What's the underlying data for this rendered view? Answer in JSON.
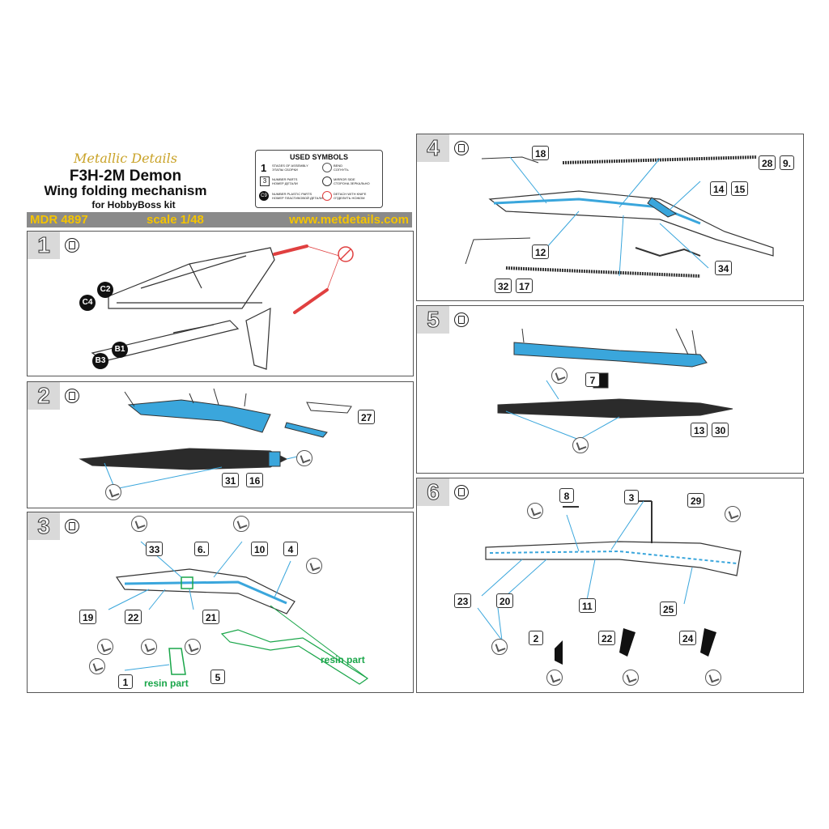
{
  "header": {
    "brand": "Metallic Details",
    "title": "F3H-2M Demon",
    "subtitle": "Wing folding mechanism",
    "kit_note": "for HobbyBoss kit"
  },
  "bar": {
    "code": "MDR 4897",
    "scale": "scale 1/48",
    "url": "www.metdetails.com"
  },
  "symbols": {
    "title": "USED SYMBOLS",
    "stages_en": "STAGES OF ASSEMBLY",
    "stages_ru": "ЭТАПЫ СБОРКИ",
    "number_parts_en": "NUMBER PARTS",
    "number_parts_ru": "НОМЕР ДЕТАЛИ",
    "plastic_en": "NUMBER PLASTIC PARTS",
    "plastic_ru": "НОМЕР ПЛАСТИКОВОЙ ДЕТАЛИ",
    "bend_en": "BEND",
    "bend_ru": "СОГНУТЬ",
    "mirror_en": "MIRROR SIDE",
    "mirror_ru": "СТОРОНА ЗЕРКАЛЬНО",
    "knife_en": "DETACH WITH KNIFE",
    "knife_ru": "ОТДЕЛИТЬ НОЖОМ",
    "ex_stage": "1",
    "ex_part": "3",
    "ex_plastic": "C9"
  },
  "steps": {
    "s1": {
      "num": "1",
      "labels": [
        "C2",
        "C4",
        "B1",
        "B3"
      ]
    },
    "s2": {
      "num": "2",
      "parts": [
        "27",
        "31",
        "16"
      ]
    },
    "s3": {
      "num": "3",
      "parts": [
        "33",
        "6.",
        "10",
        "4",
        "19",
        "22",
        "21",
        "1",
        "5"
      ],
      "resin1": "resin part",
      "resin2": "resin part"
    },
    "s4": {
      "num": "4",
      "parts": [
        "18",
        "28",
        "9.",
        "14",
        "15",
        "12",
        "34",
        "32",
        "17"
      ]
    },
    "s5": {
      "num": "5",
      "parts": [
        "7",
        "13",
        "30"
      ]
    },
    "s6": {
      "num": "6",
      "parts": [
        "8",
        "3",
        "29",
        "23",
        "20",
        "11",
        "25",
        "2",
        "22",
        "24"
      ]
    }
  },
  "colors": {
    "blue": "#3aa6dc",
    "green": "#1aa64a",
    "red": "#e04040",
    "bar": "#8a8a8a",
    "bar_text": "#f5c400"
  }
}
